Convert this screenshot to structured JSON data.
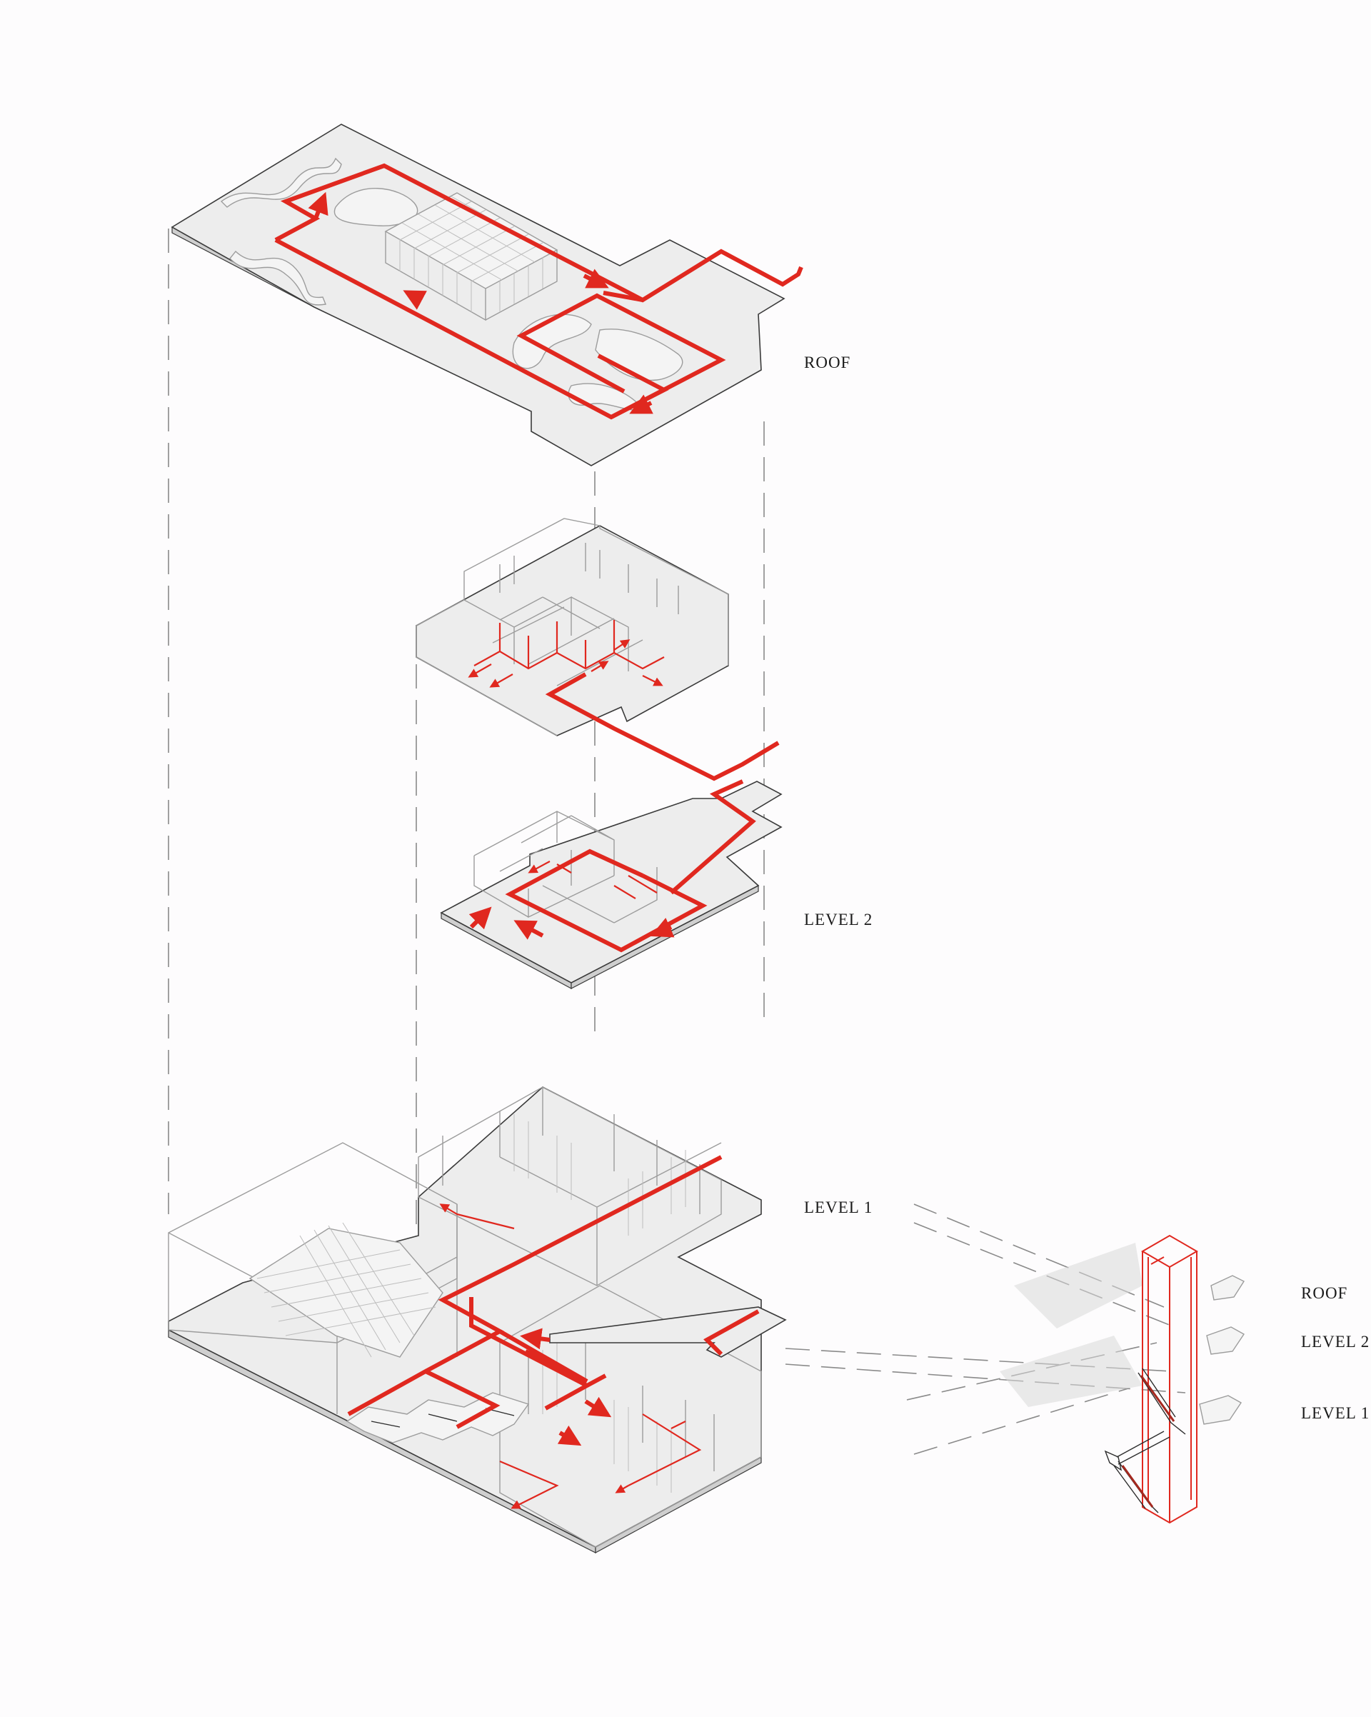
{
  "labels": {
    "main_roof": "ROOF",
    "main_level2": "LEVEL 2",
    "main_level1": "LEVEL 1",
    "stair_roof": "ROOF",
    "stair_level2": "LEVEL 2",
    "stair_level1": "LEVEL 1"
  },
  "colors": {
    "route": "#e0281f",
    "floor": "#ededed",
    "outline": "#3a3a3a",
    "wall": "#9c9c9c",
    "background": "#fdfcfd"
  },
  "icons": {
    "route_arrow": "arrowhead",
    "stair_tower": "stair-tower-icon"
  }
}
